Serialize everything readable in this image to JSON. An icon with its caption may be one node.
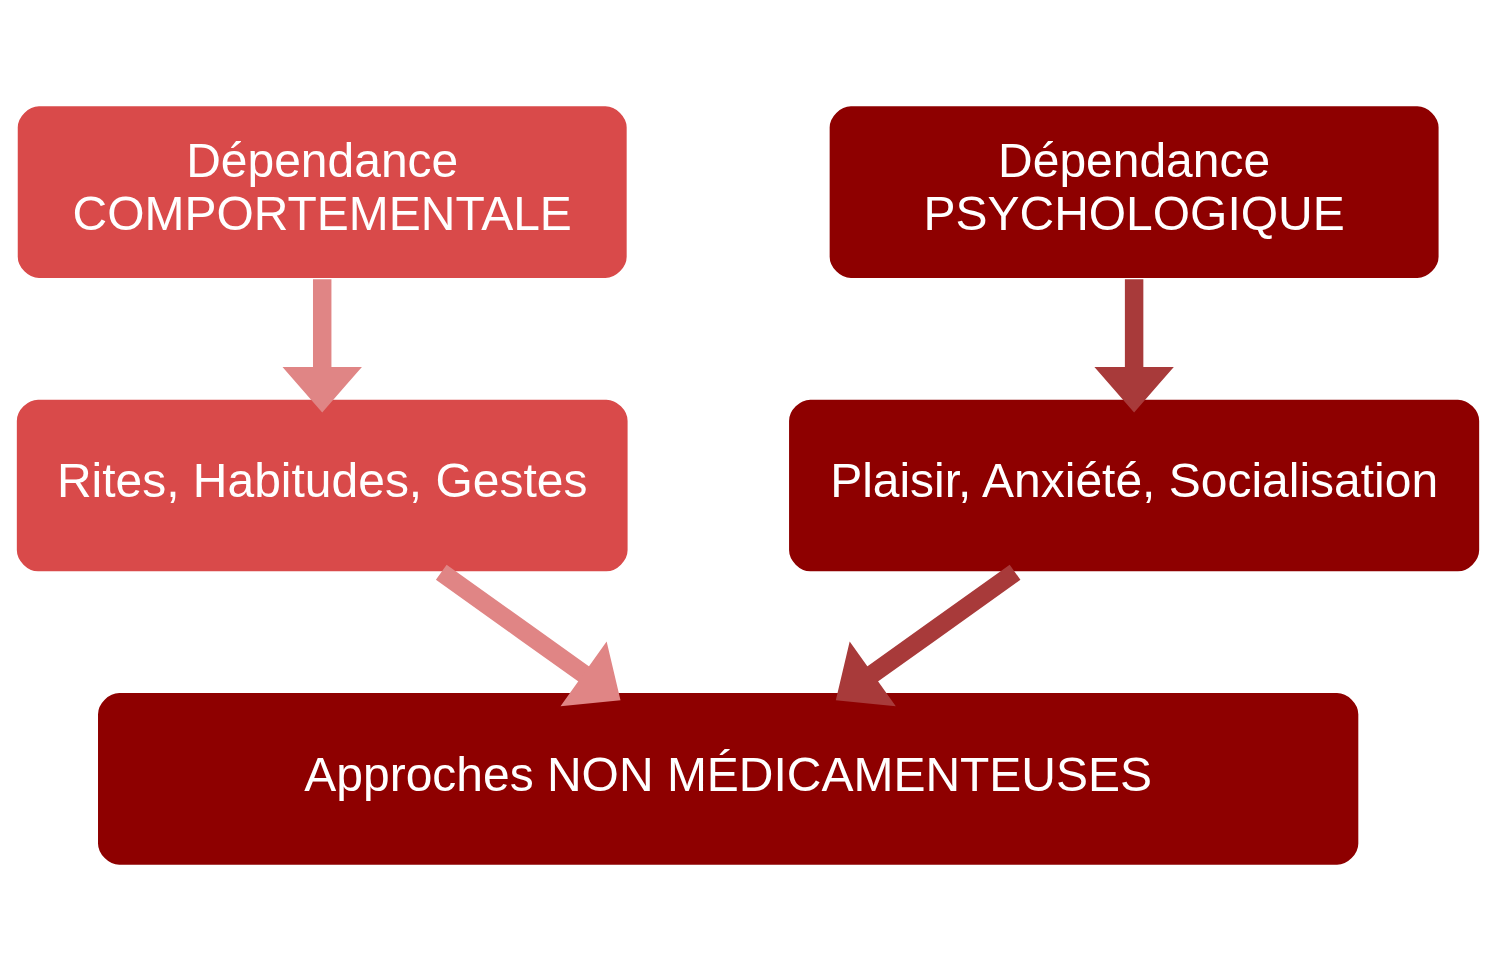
{
  "diagram": {
    "nodes": [
      {
        "text": [
          "Dépendance",
          "COMPORTEMENTALE"
        ]
      },
      {
        "text": [
          "Dépendance",
          "PSYCHOLOGIQUE"
        ]
      },
      {
        "text": [
          "Rites, Habitudes, Gestes"
        ]
      },
      {
        "text": [
          "Plaisir, Anxiété, Socialisation"
        ]
      },
      {
        "text": [
          "Approches NON MÉDICAMENTEUSES"
        ]
      }
    ],
    "edges": [
      {
        "from": 0,
        "to": 2,
        "arrow": "to",
        "color": "#e08585"
      },
      {
        "from": 2,
        "to": 4,
        "arrow": "to",
        "color": "#e08585"
      },
      {
        "from": 1,
        "to": 3,
        "arrow": "to",
        "color": "#a83a3a"
      },
      {
        "from": 3,
        "to": 4,
        "arrow": "to",
        "color": "#a83a3a"
      }
    ]
  }
}
